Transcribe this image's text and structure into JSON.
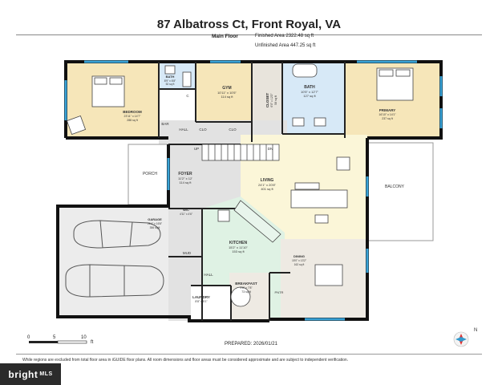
{
  "header": {
    "title": "87 Albatross Ct, Front Royal, VA",
    "floor": "Main Floor",
    "finished": "Finished Area 2322.48 sq ft",
    "unfinished": "Unfinished Area 447.25 sq ft"
  },
  "rooms": {
    "bedroom": {
      "name": "BEDROOM",
      "dims": "23'11\" x 14'7\"",
      "area": "288 sq ft"
    },
    "bath1": {
      "name": "BATH",
      "dims": "8'9\" x 6'8\"",
      "area": "52 sq ft"
    },
    "gym": {
      "name": "GYM",
      "dims": "10'11\" x 10'5\"",
      "area": "114 sq ft"
    },
    "closet": {
      "name": "CLOSET",
      "dims": "6'0\" x 12'2\"",
      "area": "58 sq ft"
    },
    "bath2": {
      "name": "BATH",
      "dims": "10'5\" x 12'7\"",
      "area": "127 sq ft"
    },
    "primary": {
      "name": "PRIMARY",
      "dims": "16'10\" x 14'1\"",
      "area": "237 sq ft"
    },
    "foyer": {
      "name": "FOYER",
      "dims": "11'2\" x 12'",
      "area": "114 sq ft"
    },
    "living": {
      "name": "LIVING",
      "dims": "24'1\" x 20'8\"",
      "area": "401 sq ft"
    },
    "kitchen": {
      "name": "KITCHEN",
      "dims": "15'2\" x 11'10\"",
      "area": "153 sq ft"
    },
    "dining": {
      "name": "DINING",
      "dims": "15'0\" x 13'2\"",
      "area": "162 sq ft"
    },
    "garage": {
      "name": "GARAGE",
      "dims": "21'4\" x 16'8\"",
      "area": "356 sq ft"
    },
    "breakfast": {
      "name": "BREAKFAST",
      "dims": "9'6\" x 7'8\"",
      "area": "73 sq ft"
    },
    "laundry": {
      "name": "LAUNDRY",
      "dims": "8'8\" x 5'1\""
    },
    "wic": {
      "name": "W/C",
      "dims": "4'11\" x 4'6\""
    }
  },
  "labels": {
    "porch": "PORCH",
    "balcony": "BALCONY",
    "hall": "HALL",
    "clo": "CLO",
    "bar": "BAR",
    "up": "UP",
    "dn": "DN",
    "mud": "MUD",
    "pntr": "PNTR",
    "c": "C"
  },
  "scale": {
    "zero": "0",
    "five": "5",
    "ten": "10",
    "unit": "ft"
  },
  "prepared": "PREPARED: 2026/01/21",
  "compass": "N",
  "disclaimer": "While regions are excluded from total floor area in iGUIDE floor plans. All room dimensions and floor areas must be considered approximate and are subject to independent verification.",
  "brand": {
    "main": "bright",
    "suffix": "MLS"
  },
  "colors": {
    "bedroom_fill": "#f6e6b9",
    "living_fill": "#fbf6d8",
    "kitchen_fill": "#dff2e4",
    "dining_fill": "#eeeae3",
    "foyer_fill": "#e2e2e2",
    "bath_fill": "#d7e9f7",
    "wall": "#111111",
    "window": "#3aa3d6"
  }
}
